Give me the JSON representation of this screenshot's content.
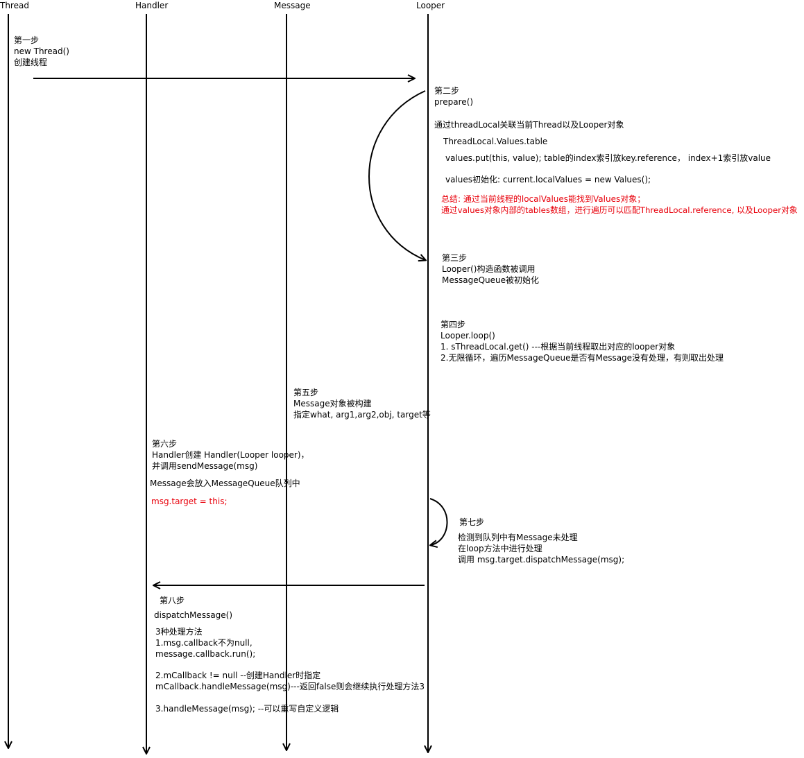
{
  "headers": {
    "thread": "Thread",
    "handler": "Handler",
    "message": "Message",
    "looper": "Looper"
  },
  "step1": {
    "title": "第一步",
    "line1": "new Thread()",
    "line2": "创建线程"
  },
  "step2": {
    "title": "第二步",
    "line1": "prepare()",
    "desc": "通过threadLocal关联当前Thread以及Looper对象",
    "table": "ThreadLocal.Values.table",
    "put": "values.put(this, value);  table的index索引放key.reference， index+1索引放value",
    "init": "values初始化: current.localValues = new Values();",
    "summary1": "总结: 通过当前线程的localValues能找到Values对象；",
    "summary2": "通过values对象内部的tables数组，进行遍历可以匹配ThreadLocal.reference, 以及Looper对象"
  },
  "step3": {
    "title": "第三步",
    "line1": "Looper()构造函数被调用",
    "line2": "MessageQueue被初始化"
  },
  "step4": {
    "title": "第四步",
    "line1": "Looper.loop()",
    "line2": "1. sThreadLocal.get()  ---根据当前线程取出对应的looper对象",
    "line3": "2.无限循环，遍历MessageQueue是否有Message没有处理，有则取出处理"
  },
  "step5": {
    "title": "第五步",
    "line1": "Message对象被构建",
    "line2": "指定what, arg1,arg2,obj, target等"
  },
  "step6": {
    "title": "第六步",
    "line1": "Handler创建 Handler(Looper looper)，",
    "line2": "并调用sendMessage(msg)",
    "line3": "Message会放入MessageQueue队列中",
    "line4": "msg.target = this;"
  },
  "step7": {
    "title": "第七步",
    "line1": "检测到队列中有Message未处理",
    "line2": "在loop方法中进行处理",
    "line3": "调用 msg.target.dispatchMessage(msg);"
  },
  "step8": {
    "title": "第八步",
    "line1": "dispatchMessage()",
    "line2": "3种处理方法",
    "line3": "1.msg.callback不为null,",
    "line4": "message.callback.run();",
    "line5": "2.mCallback != null --创建Handler时指定",
    "line6": "mCallback.handleMessage(msg)---返回false则会继续执行处理方法3",
    "line7": "3.handleMessage(msg); --可以重写自定义逻辑"
  },
  "colors": {
    "line": "#000000",
    "highlight": "#e8000b"
  }
}
